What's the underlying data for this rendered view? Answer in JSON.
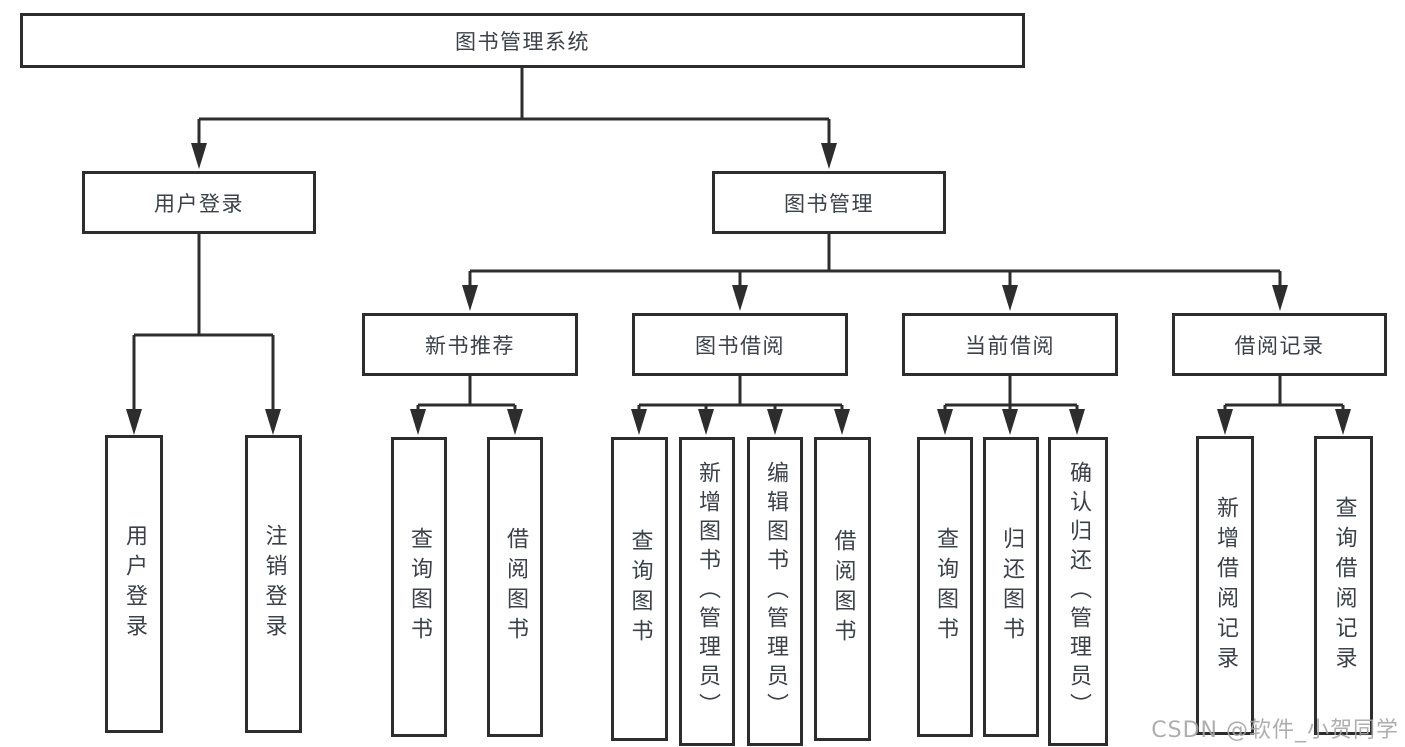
{
  "tree": {
    "root": "图书管理系统",
    "children": [
      {
        "label": "用户登录",
        "children": [
          "用户登录",
          "注销登录"
        ]
      },
      {
        "label": "图书管理",
        "children": [
          {
            "label": "新书推荐",
            "children": [
              "查询图书",
              "借阅图书"
            ]
          },
          {
            "label": "图书借阅",
            "children": [
              "查询图书",
              "新增图书（管理员）",
              "编辑图书（管理员）",
              "借阅图书"
            ]
          },
          {
            "label": "当前借阅",
            "children": [
              "查询图书",
              "归还图书",
              "确认归还（管理员）"
            ]
          },
          {
            "label": "借阅记录",
            "children": [
              "新增借阅记录",
              "查询借阅记录"
            ]
          }
        ]
      }
    ]
  },
  "watermark": "CSDN @软件_小贺同学",
  "colors": {
    "line": "#2d2d2d",
    "text": "#3b4049",
    "watermark": "#a5a5a5",
    "background": "#ffffff"
  }
}
